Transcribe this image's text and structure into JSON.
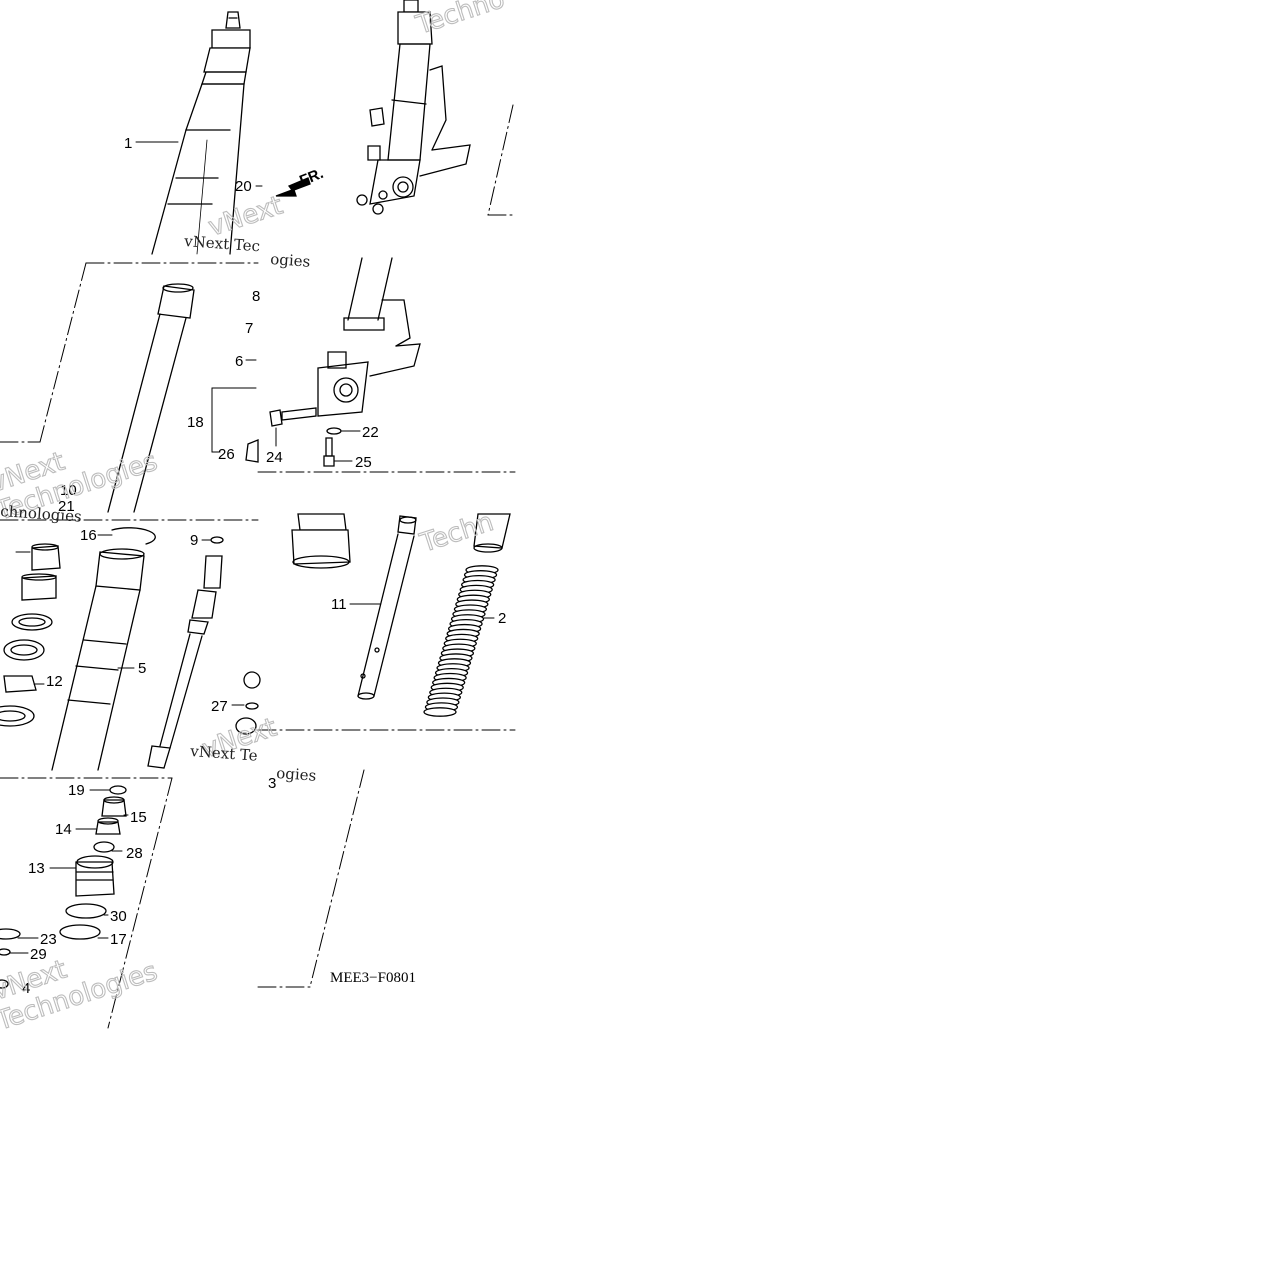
{
  "diagram": {
    "drawing_code": "MEE3−F0801",
    "direction_label": "FR.",
    "watermark": {
      "line1": "vNext",
      "line2": "Technologies",
      "fragments": [
        "Techno",
        "Techn",
        "vNext Tec",
        "vNext Te",
        "chnologies",
        "ogies"
      ]
    },
    "callouts": {
      "c1": "1",
      "c2": "2",
      "c3": "3",
      "c4": "4",
      "c5": "5",
      "c6": "6",
      "c7": "7",
      "c8": "8",
      "c9": "9",
      "c10": "10",
      "c11": "11",
      "c12": "12",
      "c13": "13",
      "c14": "14",
      "c15": "15",
      "c16": "16",
      "c17": "17",
      "c18": "18",
      "c19": "19",
      "c20": "20",
      "c21": "21",
      "c22": "22",
      "c23": "23",
      "c24": "24",
      "c25": "25",
      "c26": "26",
      "c27": "27",
      "c28": "28",
      "c29": "29",
      "c30": "30"
    }
  }
}
